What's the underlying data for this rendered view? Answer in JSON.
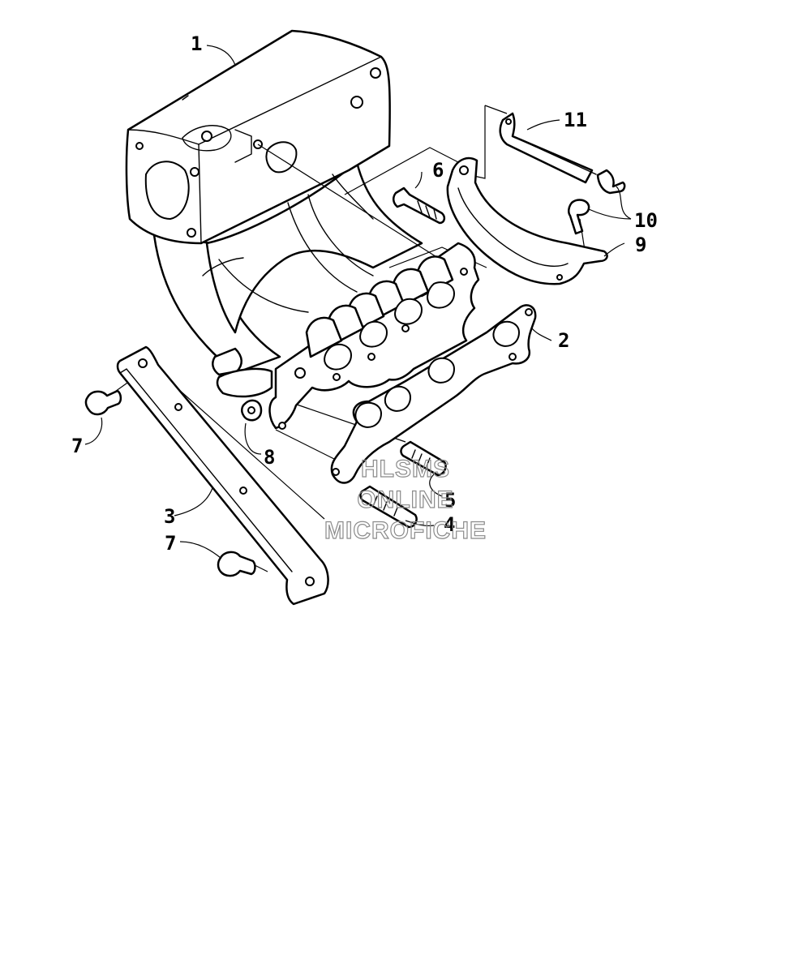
{
  "diagram": {
    "callouts": [
      {
        "id": "c1",
        "label": "1"
      },
      {
        "id": "c2",
        "label": "2"
      },
      {
        "id": "c3",
        "label": "3"
      },
      {
        "id": "c4",
        "label": "4"
      },
      {
        "id": "c5",
        "label": "5"
      },
      {
        "id": "c6",
        "label": "6"
      },
      {
        "id": "c7a",
        "label": "7"
      },
      {
        "id": "c7b",
        "label": "7"
      },
      {
        "id": "c8",
        "label": "8"
      },
      {
        "id": "c9",
        "label": "9"
      },
      {
        "id": "c10",
        "label": "10"
      },
      {
        "id": "c11",
        "label": "11"
      }
    ],
    "watermark": {
      "line1": "HLSMS",
      "line2": "ONLINE",
      "line3": "MICROFICHE"
    }
  },
  "colors": {
    "ink": "#000000",
    "paper": "#ffffff",
    "watermark": "#8a8a8a"
  }
}
